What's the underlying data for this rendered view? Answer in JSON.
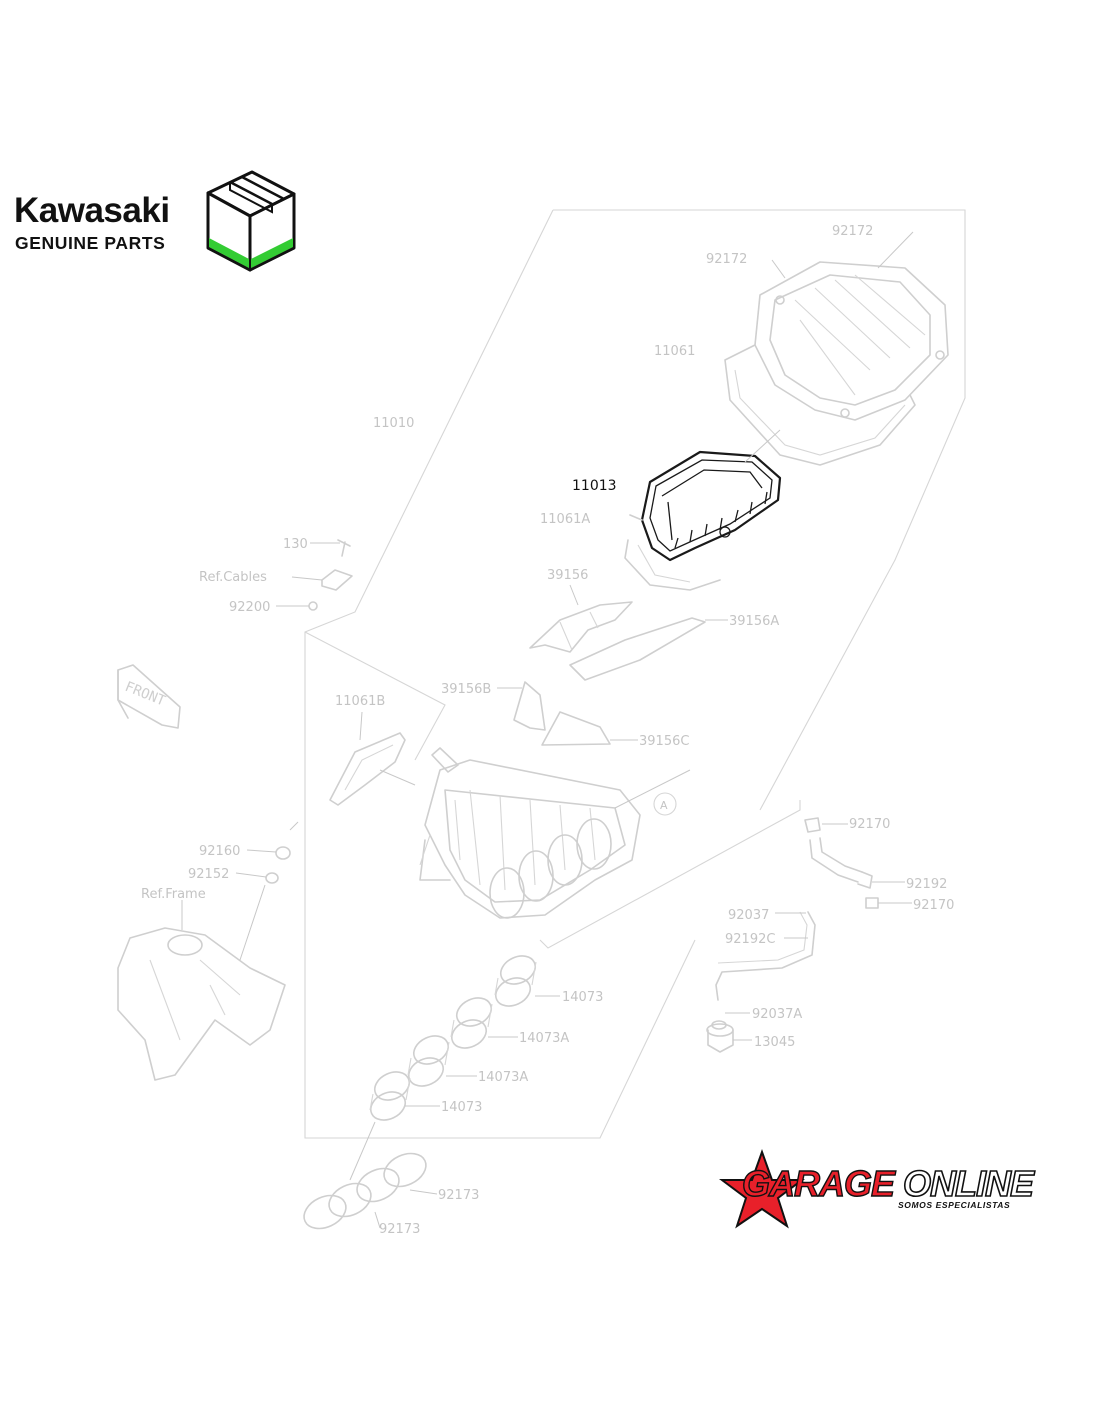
{
  "brand": {
    "name": "Kawasaki",
    "subtitle": "GENUINE PARTS",
    "accent_color": "#33cc33"
  },
  "dealer": {
    "name_part1": "GARAGE",
    "name_part2": "ONLINE",
    "tagline": "SOMOS ESPECIALISTAS",
    "primary_color": "#e8202a"
  },
  "diagram": {
    "highlighted_part": "11013",
    "front_label": "FRONT",
    "circle_ref": "A",
    "labels": {
      "p92172_a": "92172",
      "p92172_b": "92172",
      "p11061": "11061",
      "p11010": "11010",
      "p11013": "11013",
      "p11061A": "11061A",
      "p130": "130",
      "ref_cables": "Ref.Cables",
      "p92200": "92200",
      "p39156": "39156",
      "p39156A": "39156A",
      "p39156B": "39156B",
      "p11061B": "11061B",
      "p39156C": "39156C",
      "p92170_a": "92170",
      "p92160": "92160",
      "p92152": "92152",
      "ref_frame": "Ref.Frame",
      "p92192": "92192",
      "p92170_b": "92170",
      "p92037": "92037",
      "p92192C": "92192C",
      "p14073_a": "14073",
      "p14073A_a": "14073A",
      "p92037A": "92037A",
      "p13045": "13045",
      "p14073A_b": "14073A",
      "p14073_b": "14073",
      "p92173_a": "92173",
      "p92173_b": "92173"
    }
  }
}
